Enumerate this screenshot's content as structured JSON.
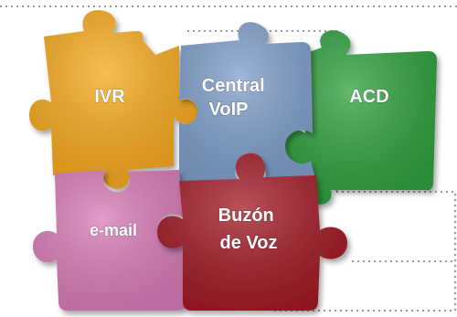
{
  "pieces": {
    "ivr": {
      "label_lines": [
        "IVR"
      ],
      "color": "#F5A81D"
    },
    "central": {
      "label_lines": [
        "Central",
        "VoIP"
      ],
      "color": "#7F9FCB"
    },
    "acd": {
      "label_lines": [
        "ACD"
      ],
      "color": "#2FA03E"
    },
    "email": {
      "label_lines": [
        "e-mail"
      ],
      "color": "#D87CB6"
    },
    "buzon": {
      "label_lines": [
        "Buzón",
        "de Voz"
      ],
      "color": "#A11A25"
    }
  }
}
